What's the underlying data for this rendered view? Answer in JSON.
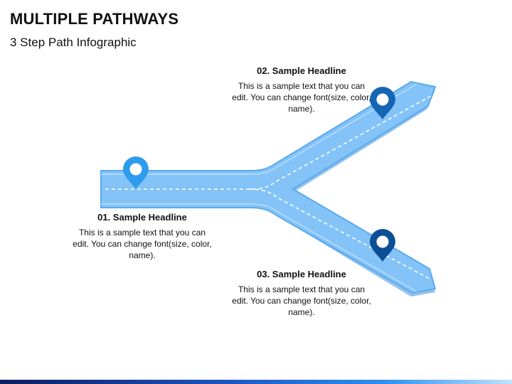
{
  "title": "MULTIPLE PATHWAYS",
  "subtitle": "3 Step Path Infographic",
  "steps": [
    {
      "headline": "01. Sample Headline",
      "text": "This is a sample text that you can edit. You can change font(size, color, name)."
    },
    {
      "headline": "02. Sample Headline",
      "text": "This is a sample text that you can edit. You can change font(size, color, name)."
    },
    {
      "headline": "03. Sample Headline",
      "text": "This is a sample text that you can edit. You can change font(size, color, name)."
    }
  ],
  "colors": {
    "road": "#84c3f7",
    "road_edge": "#5aa9ee",
    "road_shadow": "#3b8fdd",
    "pin_light": "#2d9bee",
    "pin_dark": "#1565b5",
    "pin_darkest": "#0c4f96"
  }
}
